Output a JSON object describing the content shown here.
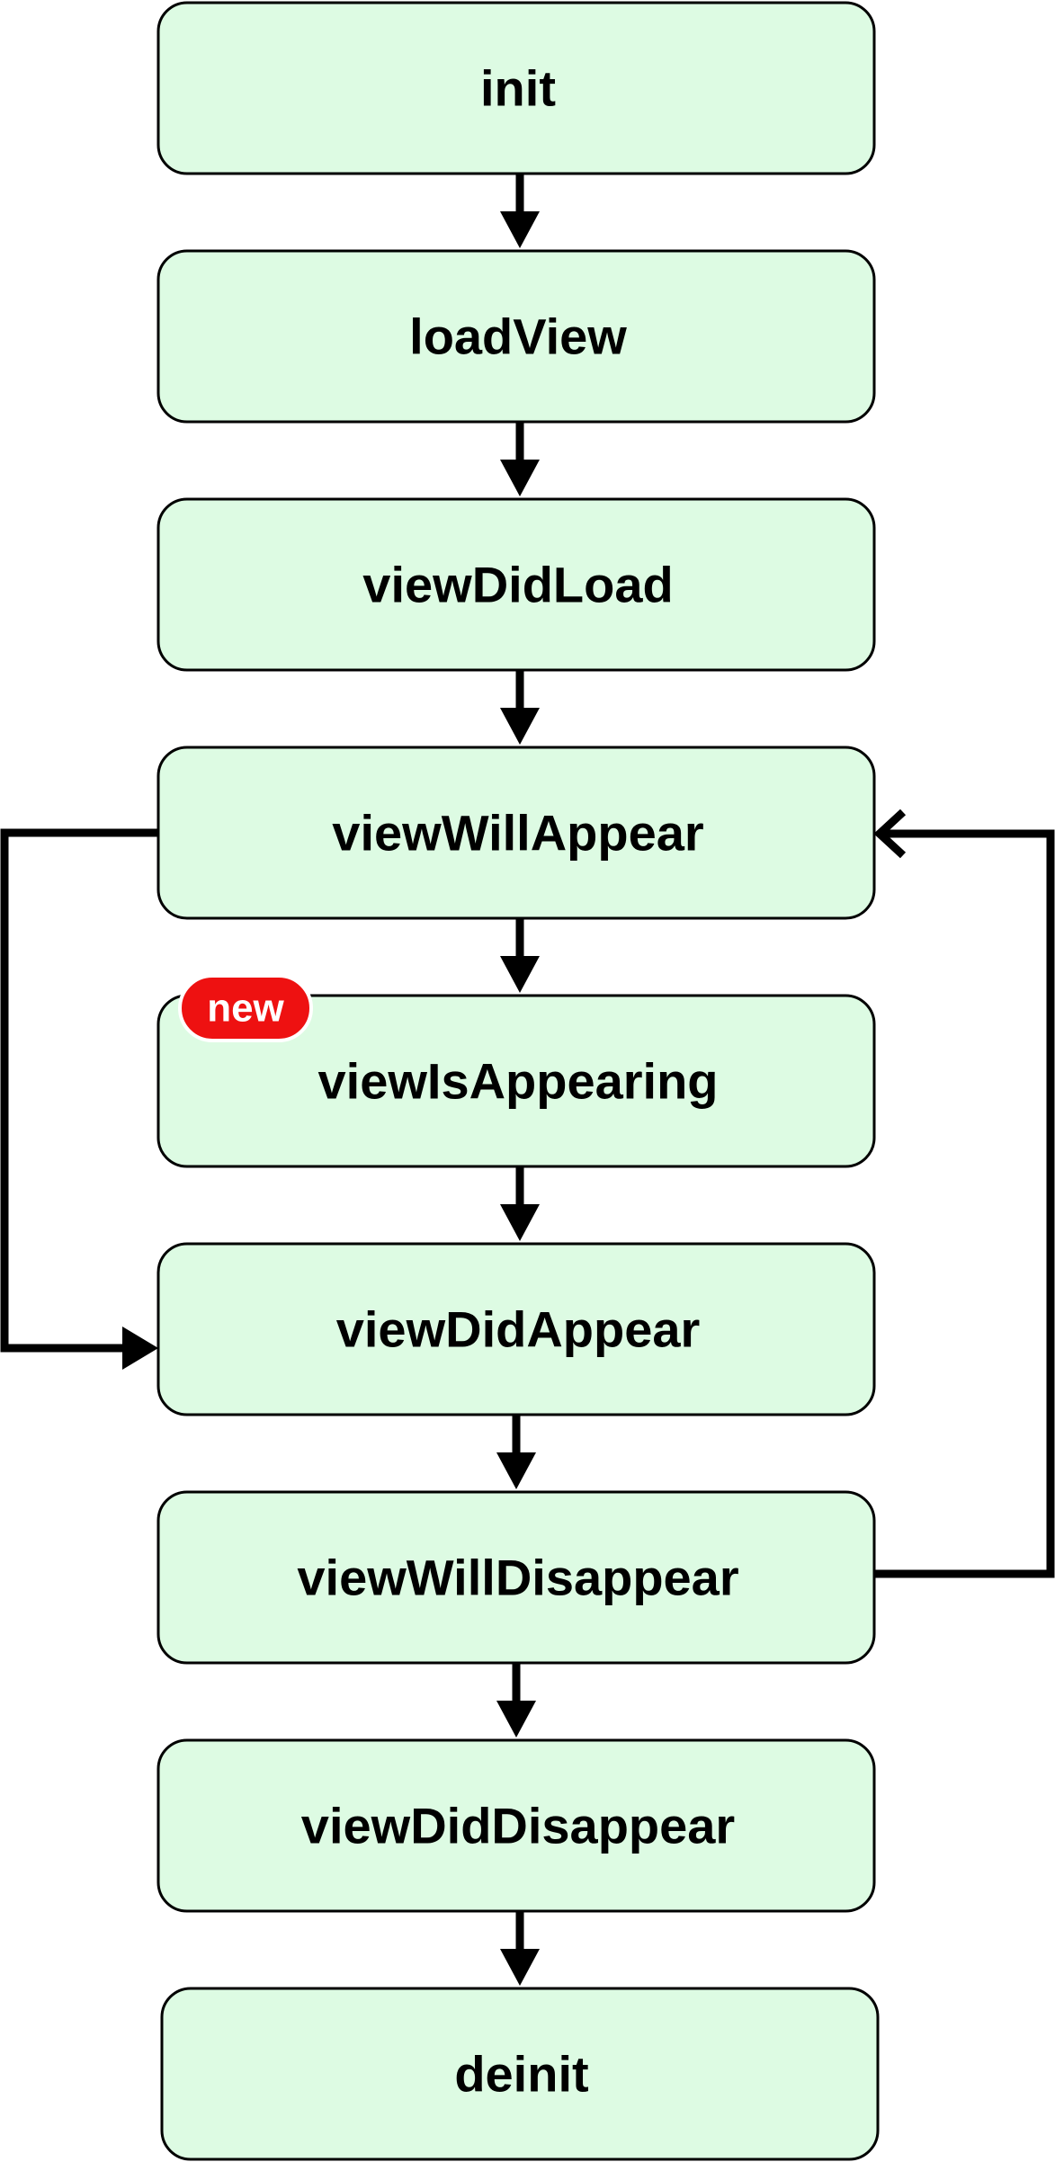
{
  "steps": [
    {
      "id": "init",
      "label": "init"
    },
    {
      "id": "loadview",
      "label": "loadView"
    },
    {
      "id": "viewdidload",
      "label": "viewDidLoad"
    },
    {
      "id": "viewwillappear",
      "label": "viewWillAppear"
    },
    {
      "id": "viewisappearing",
      "label": "viewIsAppearing"
    },
    {
      "id": "viewdidappear",
      "label": "viewDidAppear"
    },
    {
      "id": "viewwilldisappear",
      "label": "viewWillDisappear"
    },
    {
      "id": "viewdiddisappear",
      "label": "viewDidDisappear"
    },
    {
      "id": "deinit",
      "label": "deinit"
    }
  ],
  "badge": {
    "label": "new"
  },
  "colors": {
    "box_fill": "#ddfbe3",
    "box_stroke": "#000000",
    "arrow": "#000000",
    "badge": "#ee1111",
    "badge_text": "#ffffff"
  }
}
